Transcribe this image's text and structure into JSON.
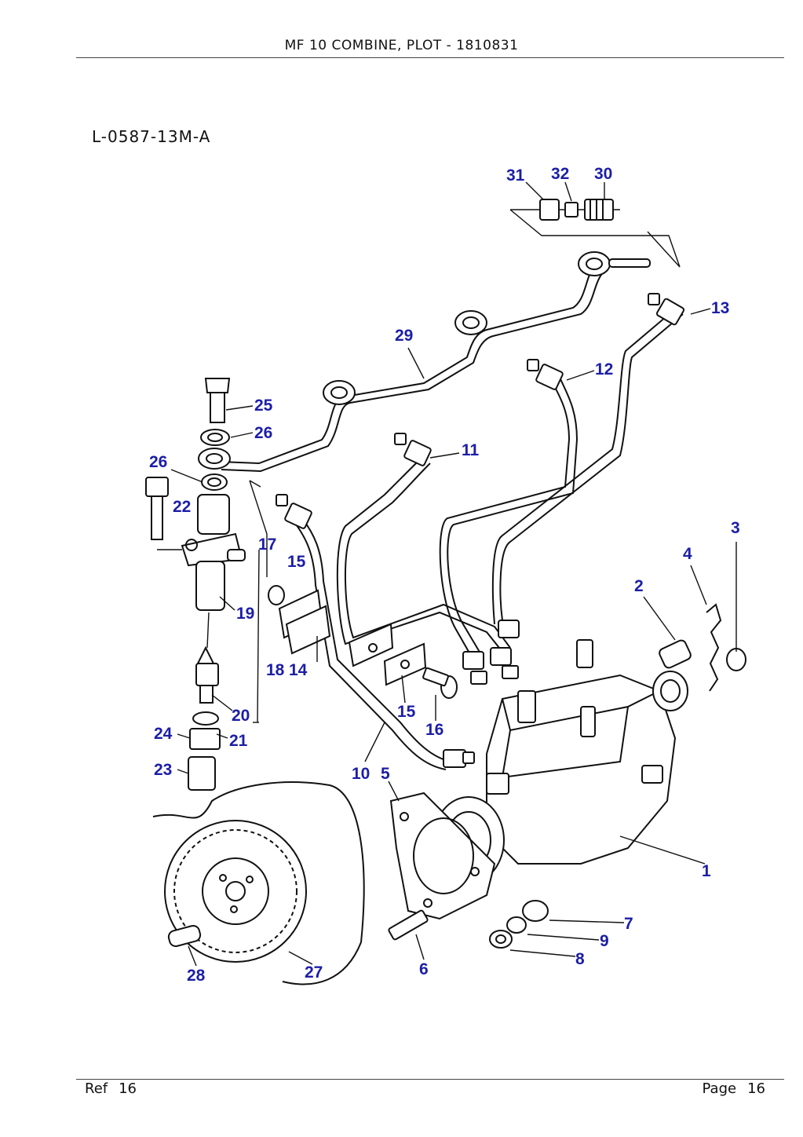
{
  "header": {
    "title": "MF 10 COMBINE, PLOT - 1810831"
  },
  "diagram": {
    "code": "L-0587-13M-A"
  },
  "callouts": [
    "31",
    "32",
    "30",
    "13",
    "29",
    "12",
    "25",
    "26",
    "11",
    "26",
    "22",
    "3",
    "17",
    "15",
    "4",
    "2",
    "19",
    "18",
    "14",
    "15",
    "16",
    "20",
    "24",
    "21",
    "10",
    "5",
    "23",
    "1",
    "7",
    "9",
    "8",
    "6",
    "28",
    "27"
  ],
  "footer": {
    "ref_label": "Ref",
    "ref_value": "16",
    "page_label": "Page",
    "page_value": "16"
  }
}
